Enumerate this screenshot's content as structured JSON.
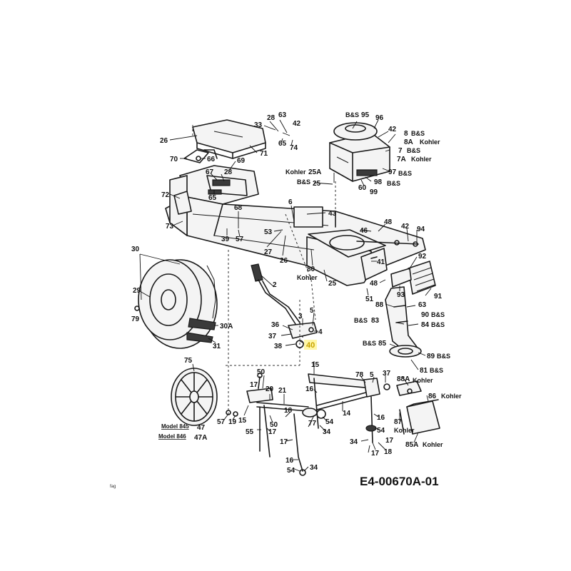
{
  "diagram": {
    "reference_code": "E4-00670A-01",
    "corner_mark": "fag",
    "highlighted_callout": "40",
    "models": [
      {
        "label": "Model 845",
        "part": "47"
      },
      {
        "label": "Model 846",
        "part": "47A"
      }
    ],
    "callouts": {
      "c26": "26",
      "c70": "70",
      "c66": "66",
      "c71": "71",
      "c69": "69",
      "c67": "67",
      "c28a": "28",
      "c65": "65",
      "c72": "72",
      "c73": "73",
      "c68": "68",
      "c39": "39",
      "c57a": "57",
      "c28b": "28",
      "c63a": "63",
      "c33": "33",
      "c42a": "42",
      "c65b": "65",
      "c74": "74",
      "c95": "95",
      "c96": "96",
      "c42b": "42",
      "c8": "8",
      "c8A": "8A",
      "c7": "7",
      "c7A": "7A",
      "c97": "97",
      "c98": "98",
      "c99": "99",
      "c60": "60",
      "c25A": "25A",
      "c25a": "25",
      "c6": "6",
      "c43": "43",
      "c53": "53",
      "c27": "27",
      "c26b": "26",
      "c80": "80",
      "c25b": "25",
      "c46": "46",
      "c48a": "48",
      "c42c": "42",
      "c94": "94",
      "c41": "41",
      "c92": "92",
      "c48b": "48",
      "c93": "93",
      "c91": "91",
      "c51": "51",
      "c88": "88",
      "c63b": "63",
      "c90": "90",
      "c83": "83",
      "c84": "84",
      "c85": "85",
      "c89": "89",
      "c81": "81",
      "c30": "30",
      "c29": "29",
      "c79": "79",
      "c30A": "30A",
      "c31": "31",
      "c2": "2",
      "c36": "36",
      "c37a": "37",
      "c38": "38",
      "c3": "3",
      "c5": "5",
      "c4": "4",
      "c75": "75",
      "c50a": "50",
      "c17a": "17",
      "c20": "20",
      "c21": "21",
      "c15a": "15",
      "c57b": "57",
      "c19": "19",
      "c55": "55",
      "c17b": "17",
      "c18a": "18",
      "c50b": "50",
      "c17c": "17",
      "c16a": "16",
      "c54a": "54",
      "c34a": "34",
      "c77": "77",
      "c54b": "54",
      "c34b": "34",
      "c15b": "15",
      "c16b": "16",
      "c14": "14",
      "c78": "78",
      "c5b": "5",
      "c37b": "37",
      "c16c": "16",
      "c54c": "54",
      "c34c": "34",
      "c17d": "17",
      "c18b": "18",
      "c88A": "88A",
      "c86": "86",
      "c87": "87",
      "c85A": "85A",
      "c17e": "17"
    },
    "engine_tags": {
      "bs95": "B&S",
      "bs8": "B&S",
      "kohler8A": "Kohler",
      "bs7": "B&S",
      "kohler7A": "Kohler",
      "bs97": "B&S",
      "bs98": "B&S",
      "kohler25A": "Kohler",
      "bs25": "B&S",
      "kohler80": "Kohler",
      "bs90": "B&S",
      "bs83": "B&S",
      "bs84": "B&S",
      "bs85": "B&S",
      "bs89": "B&S",
      "bs81": "B&S",
      "kohler88A": "Kohler",
      "kohler86": "Kohler",
      "kohler87": "Kohler",
      "kohler85A": "Kohler"
    }
  }
}
